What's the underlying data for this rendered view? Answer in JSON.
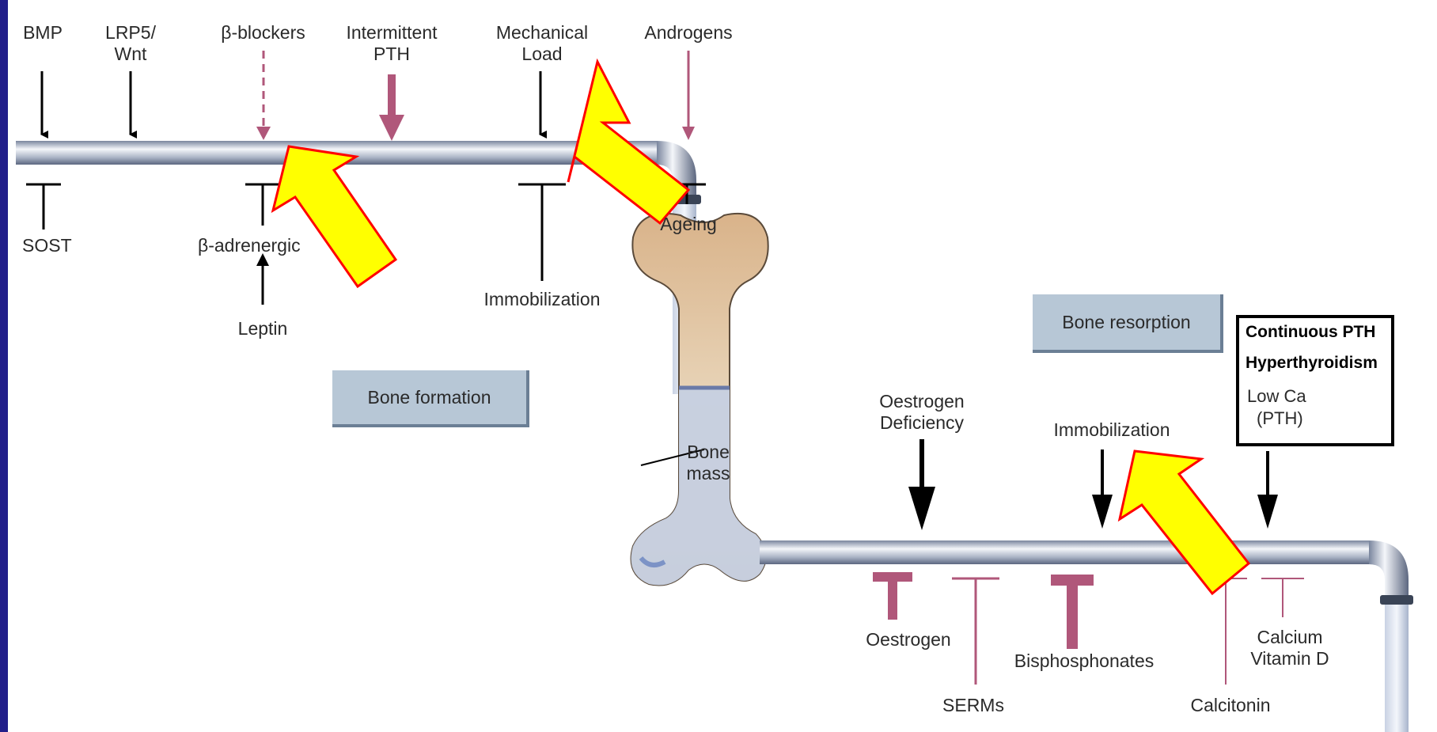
{
  "formation": {
    "box_label": "Bone formation",
    "stimulators": [
      {
        "line1": "BMP",
        "line2": ""
      },
      {
        "line1": "LRP5/",
        "line2": "Wnt"
      },
      {
        "line1": "β-blockers",
        "line2": ""
      },
      {
        "line1": "Intermittent",
        "line2": "PTH"
      },
      {
        "line1": "Mechanical",
        "line2": "Load"
      },
      {
        "line1": "Androgens",
        "line2": ""
      }
    ],
    "inhibitors": [
      "SOST",
      "β-adrenergic",
      "Immobilization",
      "Ageing"
    ],
    "leptin": "Leptin"
  },
  "bone_mass": {
    "line1": "Bone",
    "line2": "mass"
  },
  "resorption": {
    "box_label": "Bone resorption",
    "stimulators": [
      {
        "line1": "Oestrogen",
        "line2": "Deficiency"
      },
      {
        "line1": "Immobilization",
        "line2": ""
      }
    ],
    "callout": {
      "bold1": "Continuous PTH",
      "bold2": "Hyperthyroidism",
      "line3": "Low Ca",
      "line4": "(PTH)"
    },
    "inhibitors": [
      "Oestrogen",
      "SERMs",
      "Bisphosphonates",
      "Calcitonin",
      "Calcium",
      "Vitamin D"
    ]
  },
  "colors": {
    "background": "#221f8a",
    "stimulator": "#000000",
    "hormone": "#b0577a",
    "highlight_arrow": "#ffff00",
    "highlight_outline": "#ff0000"
  }
}
